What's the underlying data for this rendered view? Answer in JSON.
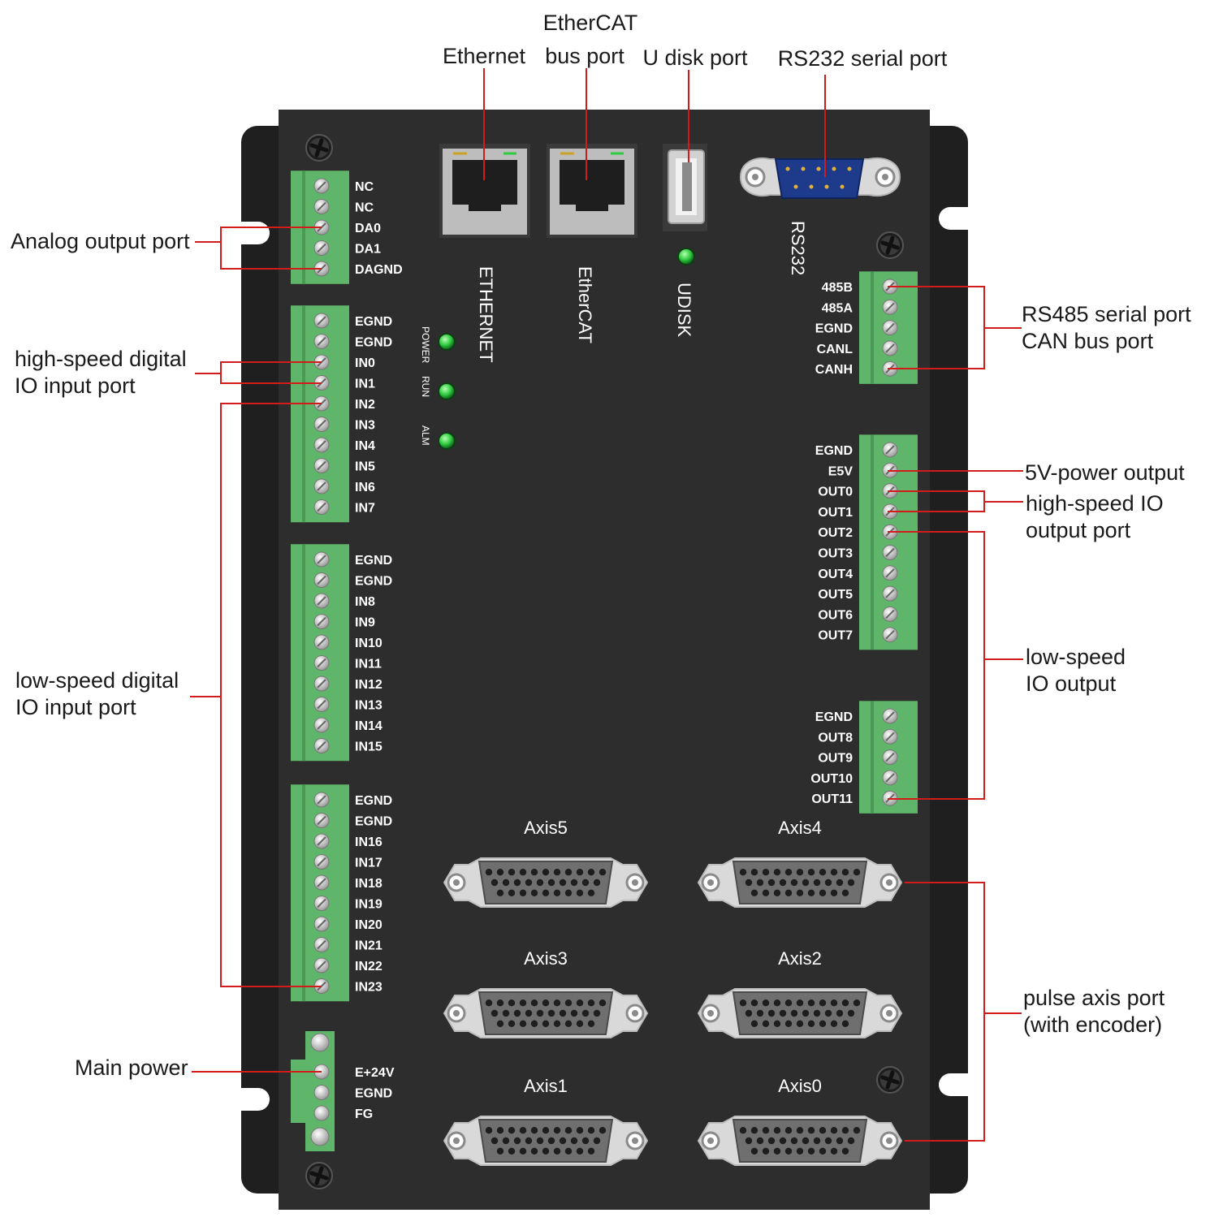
{
  "top_labels": {
    "ethercat_line1": "EtherCAT",
    "ethernet": "Ethernet",
    "ethercat_line2": "bus port",
    "udisk": "U disk port",
    "rs232": "RS232 serial port"
  },
  "callouts": {
    "analog_output": "Analog output port",
    "hs_input_1": "high-speed digital",
    "hs_input_2": "IO input port",
    "ls_input_1": "low-speed digital",
    "ls_input_2": "IO input port",
    "main_power": "Main power",
    "rs485_1": "RS485 serial port",
    "rs485_2": "CAN bus port",
    "power5v": "5V-power output",
    "hs_output_1": "high-speed IO",
    "hs_output_2": "output port",
    "ls_output_1": "low-speed",
    "ls_output_2": "IO output",
    "pulse_axis_1": "pulse axis port",
    "pulse_axis_2": "(with encoder)"
  },
  "device_labels": {
    "ethernet": "ETHERNET",
    "ethercat": "EtherCAT",
    "udisk": "UDISK",
    "rs232": "RS232"
  },
  "leds": [
    "POWER",
    "RUN",
    "ALM"
  ],
  "terminals": {
    "analog": [
      "NC",
      "NC",
      "DA0",
      "DA1",
      "DAGND"
    ],
    "in_a": [
      "EGND",
      "EGND",
      "IN0",
      "IN1",
      "IN2",
      "IN3",
      "IN4",
      "IN5",
      "IN6",
      "IN7"
    ],
    "in_b": [
      "EGND",
      "EGND",
      "IN8",
      "IN9",
      "IN10",
      "IN11",
      "IN12",
      "IN13",
      "IN14",
      "IN15"
    ],
    "in_c": [
      "EGND",
      "EGND",
      "IN16",
      "IN17",
      "IN18",
      "IN19",
      "IN20",
      "IN21",
      "IN22",
      "IN23"
    ],
    "power": [
      "E+24V",
      "EGND",
      "FG"
    ],
    "rs485": [
      "485B",
      "485A",
      "EGND",
      "CANL",
      "CANH"
    ],
    "out_a": [
      "EGND",
      "E5V",
      "OUT0",
      "OUT1",
      "OUT2",
      "OUT3",
      "OUT4",
      "OUT5",
      "OUT6",
      "OUT7"
    ],
    "out_b": [
      "EGND",
      "OUT8",
      "OUT9",
      "OUT10",
      "OUT11"
    ]
  },
  "axes": [
    "Axis5",
    "Axis4",
    "Axis3",
    "Axis2",
    "Axis1",
    "Axis0"
  ],
  "colors": {
    "panel": "#2d2d2d",
    "terminal": "#5fb66a",
    "callout_line": "#d21c1c",
    "led": "#2ecc40"
  }
}
